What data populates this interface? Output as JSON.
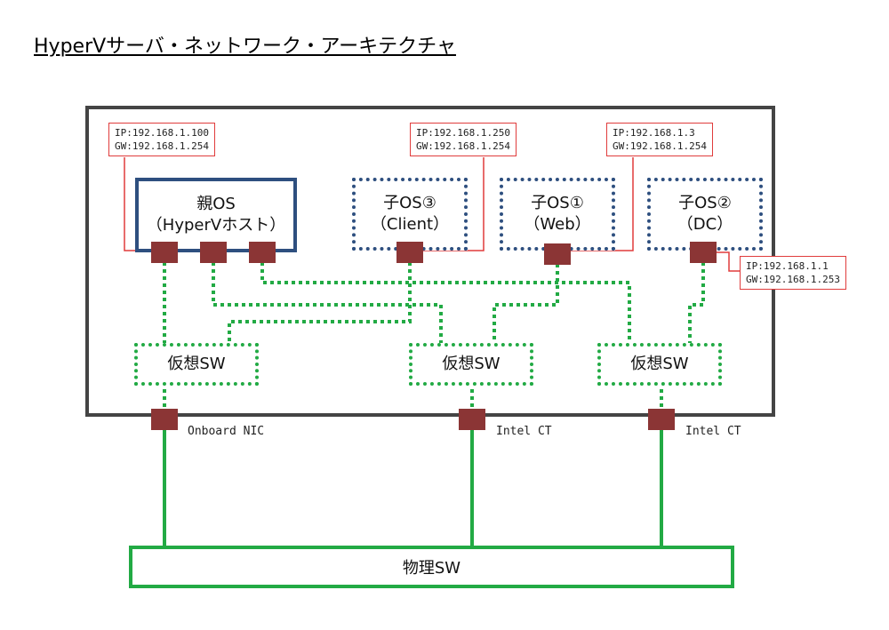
{
  "title": "HyperVサーバ・ネットワーク・アーキテクチャ",
  "host": {
    "line1": "親OS",
    "line2": "（HyperVホスト）",
    "ip": "IP:192.168.1.100",
    "gw": "GW:192.168.1.254"
  },
  "guests": [
    {
      "line1": "子OS③",
      "line2": "（Client）",
      "ip": "IP:192.168.1.250",
      "gw": "GW:192.168.1.254"
    },
    {
      "line1": "子OS①",
      "line2": "（Web）",
      "ip": "IP:192.168.1.3",
      "gw": "GW:192.168.1.254"
    },
    {
      "line1": "子OS②",
      "line2": "（DC）",
      "ip": "IP:192.168.1.1",
      "gw": "GW:192.168.1.253"
    }
  ],
  "virtual_switches": [
    "仮想SW",
    "仮想SW",
    "仮想SW"
  ],
  "nics": [
    "Onboard NIC",
    "Intel CT",
    "Intel CT"
  ],
  "physical_switch": "物理SW",
  "colors": {
    "host_border": "#2e4f7f",
    "switch_green": "#22aa44",
    "port": "#8b3535",
    "ip_border": "#e03c3c",
    "server_frame": "#444444"
  }
}
